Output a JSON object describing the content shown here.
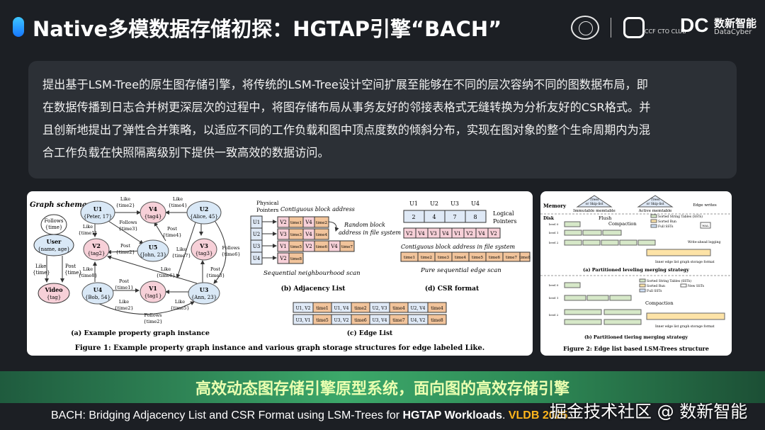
{
  "title": "Native多模数据存储初探：HGTAP引擎“BACH”",
  "logos": {
    "ccf_text": "CCF CTO CLUB",
    "dc_mark": "DC",
    "dc_cn": "数新智能",
    "dc_en": "DataCyber"
  },
  "intro_lines": [
    "提出基于LSM-Tree的原生图存储引擎，将传统的LSM-Tree设计空间扩展至能够在不同的层次容纳不同的图数据布局，即",
    "在数据传播到日志合并树更深层次的过程中，将图存储布局从事务友好的邻接表格式无缝转换为分析友好的CSR格式。并",
    "且创新地提出了弹性合并策略，以适应不同的工作负载和图中顶点度数的倾斜分布，实现在图对象的整个生命周期内为混",
    "合工作负载在快照隔离级别下提供一致高效的数据访问。"
  ],
  "fig1": {
    "schema_title": "Graph schema",
    "schema_nodes": [
      "Follows",
      "{time}",
      "User",
      "{name, age}",
      "Video",
      "{tag}"
    ],
    "schema_edges": [
      "Like",
      "{time}",
      "Post",
      "{time}"
    ],
    "nodes": [
      {
        "id": "U1",
        "sub": "{Peter, 17}"
      },
      {
        "id": "V4",
        "sub": "{tag4}"
      },
      {
        "id": "U2",
        "sub": "{Alice, 45}"
      },
      {
        "id": "V2",
        "sub": "{tag2}"
      },
      {
        "id": "U5",
        "sub": "{John, 23}"
      },
      {
        "id": "V3",
        "sub": "{tag3}"
      },
      {
        "id": "U4",
        "sub": "{Bob, 54}"
      },
      {
        "id": "V1",
        "sub": "{tag1}"
      },
      {
        "id": "U3",
        "sub": "{Ann, 23}"
      }
    ],
    "edge_labels": [
      "Like",
      "{time2}",
      "Like",
      "{time4}",
      "Like",
      "{time1}",
      "Follows",
      "{time3}",
      "Post",
      "{time4}",
      "Like",
      "{time7}",
      "Follows",
      "{time6}",
      "Post",
      "{time2}",
      "Post",
      "{time3}",
      "Like",
      "{time8}",
      "Like",
      "{time6}",
      "Post",
      "{time1}",
      "Like",
      "{time2}",
      "Like",
      "{time5}",
      "Follows",
      "{time2}"
    ],
    "caption_a": "(a) Example property graph instance",
    "adj": {
      "physical": "Physical",
      "pointers": "Pointers",
      "contiguous": "Contiguous block address",
      "random": "Random block",
      "random2": "address in file system",
      "rows": [
        "U1",
        "U2",
        "U3",
        "U4"
      ],
      "cells": [
        [
          "V2",
          "time1",
          "V4",
          "time2"
        ],
        [
          "V3",
          "time3",
          "V4",
          "time4"
        ],
        [
          "V1",
          "time5",
          "V2",
          "time6",
          "V4",
          "time7"
        ],
        [
          "V2",
          "time8"
        ]
      ],
      "seq": "Sequential neighbourhood scan",
      "caption": "(b) Adjacency List"
    },
    "csr": {
      "heads": [
        "U1",
        "U2",
        "U3",
        "U4"
      ],
      "offsets": [
        "2",
        "4",
        "7",
        "8"
      ],
      "logical": "Logical",
      "pointers": "Pointers",
      "targets": [
        "V2",
        "V4",
        "V3",
        "V4",
        "V1",
        "V2",
        "V4",
        "V2"
      ],
      "contiguous": "Contiguous block address in file system",
      "times": [
        "time1",
        "time2",
        "time3",
        "time4",
        "time5",
        "time6",
        "time7",
        "time8"
      ],
      "pure": "Pure sequential edge scan",
      "caption": "(d) CSR format"
    },
    "edge_list": {
      "row1": [
        "U1, V2",
        "time1",
        "U1, V4",
        "time2",
        "U2, V3",
        "time4",
        "U2, V4",
        "time4"
      ],
      "row2": [
        "U3, V1",
        "time5",
        "U3, V2",
        "time6",
        "U3, V4",
        "time7",
        "U4, V2",
        "time8"
      ],
      "caption": "(c) Edge List"
    },
    "figure_caption": "Figure 1: Example property graph instance and various graph storage structures for edge labeled Like."
  },
  "fig2": {
    "memory": "Memory",
    "disk": "Disk",
    "mem_labels": [
      "Trees",
      "or Skip-list",
      "Immutable memtable",
      "Active memtable",
      "Edge writes"
    ],
    "flush": "Flush",
    "compaction": "Compaction",
    "legend": [
      "Sorted String Tables (SSTs)",
      "Sorted Run",
      "Full SSTs"
    ],
    "levels": [
      "level 0",
      "level 1",
      "level 2"
    ],
    "write_ahead": "Write-ahead logging",
    "wal": "WAL",
    "inner": "Inner edge list graph storage format",
    "caption_a": "(a) Partitioned leveling merging strategy",
    "new_sst": "New SSTs",
    "caption_b": "(b) Partitioned tiering merging strategy",
    "figure_caption": "Figure 2: Edge list based LSM-Trees structure"
  },
  "band_text": "高效动态图存储引擎原型系统，面向图的高效存储引擎",
  "footer": {
    "prefix": "BACH: Bridging Adjacency List and CSR Format using LSM-Trees for ",
    "bold": "HGTAP Workloads",
    "sep": ". ",
    "venue": "VLDB 2025."
  },
  "watermark": "掘金技术社区 @ 数新智能",
  "colors": {
    "accent_blue": "#1677ff",
    "band_green": "#3ca86a",
    "band_text": "#eaffb0",
    "venue": "#ffb61c",
    "user_node": "#d9e8f6",
    "video_node": "#f7d0d8"
  }
}
